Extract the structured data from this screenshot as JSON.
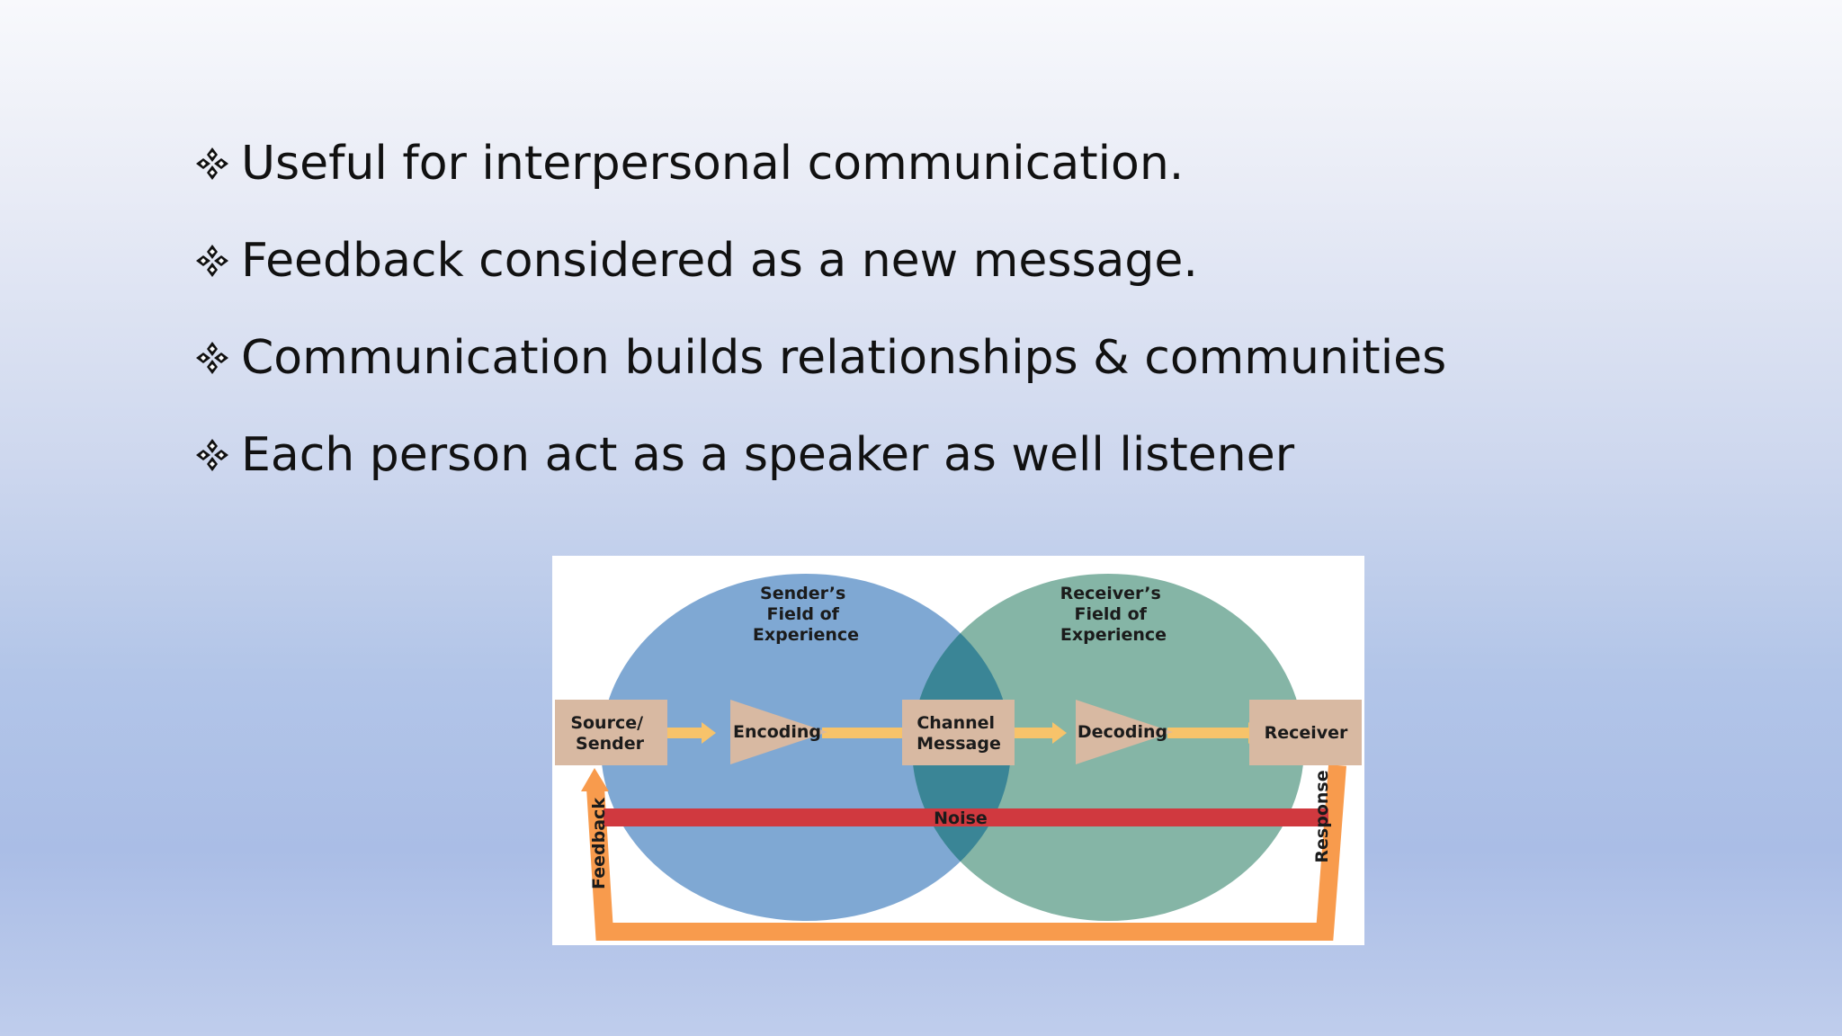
{
  "bullets": [
    {
      "icon": "four-diamond-bullet-icon",
      "text": "Useful for interpersonal communication."
    },
    {
      "icon": "four-diamond-bullet-icon",
      "text": "Feedback considered as a new message."
    },
    {
      "icon": "four-diamond-bullet-icon",
      "text": "Communication builds relationships & communities"
    },
    {
      "icon": "four-diamond-bullet-icon",
      "text": "Each person act as a speaker as well listener"
    }
  ],
  "diagram": {
    "sender_field": [
      "Sender’s",
      "Field of",
      "Experience"
    ],
    "receiver_field": [
      "Receiver’s",
      "Field of",
      "Experience"
    ],
    "source": [
      "Source/",
      "Sender"
    ],
    "encoding": "Encoding",
    "channel": [
      "Channel",
      "Message"
    ],
    "decoding": "Decoding",
    "receiver": "Receiver",
    "noise": "Noise",
    "feedback": "Feedback",
    "response": "Response",
    "colors": {
      "sender_circle": "#7fa8d3",
      "receiver_circle": "#85b5a6",
      "overlap": "#3a8596",
      "box": "#d8b9a2",
      "arrow_yellow": "#f7c36a",
      "noise_bar": "#d0393f",
      "feedback_arrow": "#f89b4d"
    }
  }
}
